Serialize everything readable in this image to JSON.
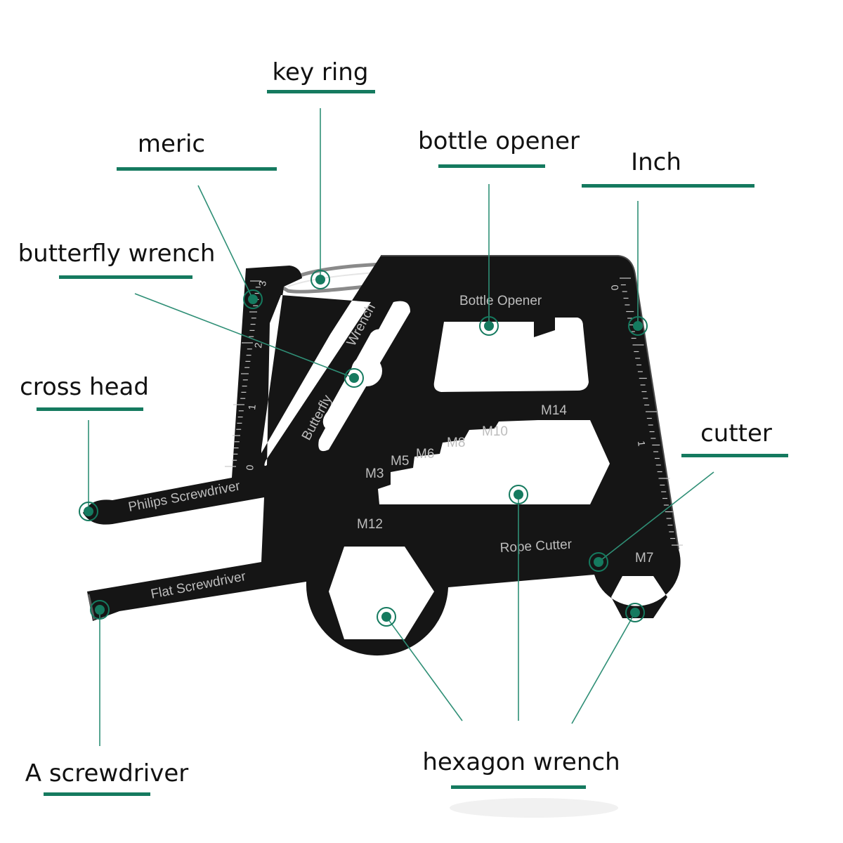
{
  "colors": {
    "accent": "#157a5f",
    "tool": "#151515",
    "etch": "#bdbdbd"
  },
  "labels": {
    "key_ring": "key ring",
    "meric": "meric",
    "bottle_opener": "bottle opener",
    "inch": "Inch",
    "butterfly_wrench": "butterfly wrench",
    "cross_head": "cross head",
    "cutter": "cutter",
    "a_screwdriver": "A screwdriver",
    "hexagon_wrench": "hexagon wrench"
  },
  "engravings": {
    "bottle_opener": "Bottle Opener",
    "butterfly": "Butterfly",
    "wrench": "Wrench",
    "philips_screwdriver": "Philips Screwdriver",
    "flat_screwdriver": "Flat Screwdriver",
    "rope_cutter": "Rope Cutter",
    "m3": "M3",
    "m5": "M5",
    "m6": "M6",
    "m8": "M8",
    "m10": "M10",
    "m14": "M14",
    "m12": "M12",
    "m7": "M7"
  },
  "ruler_left": [
    "0",
    "1",
    "2",
    "3"
  ],
  "ruler_right": [
    "0",
    "1"
  ]
}
